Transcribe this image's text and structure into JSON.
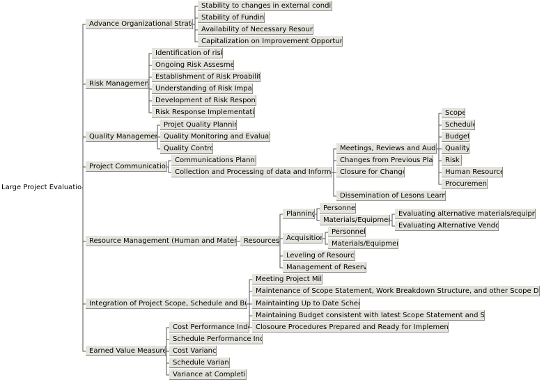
{
  "root": "Large Project Evaluation",
  "branches": {
    "advance": {
      "label": "Advance Organizational Strategy",
      "items": [
        "Stability to changes in external conditions",
        "Stability of Funding",
        "Availability of Necessary Resources",
        "Capitalization on Improvement Opportunities"
      ]
    },
    "risk": {
      "label": "Risk Management",
      "items": [
        "Identification of risks",
        "Ongoing Risk Assesment",
        "Establishment of Risk Proabilities",
        "Understanding of Risk Impacts",
        "Development of Risk Responses",
        "Risk Response Implementation"
      ]
    },
    "quality": {
      "label": "Quality Management",
      "items": [
        "Projet Quality Planning",
        "Quality Monitoring and Evaluation",
        "Quality Control"
      ]
    },
    "comms": {
      "label": "Project Communications",
      "items": [
        "Communications Planning",
        "Collection and Processing of data and Information"
      ],
      "collection_items": [
        "Meetings, Reviews and Audits",
        "Changes from Previous Plans",
        "Closure for Changes",
        "Dissemination of Lesons Learned"
      ],
      "meeting_items": [
        "Scope",
        "Schedule",
        "Budget",
        "Quality",
        "Risk",
        "Human Resources",
        "Procurement"
      ]
    },
    "resource": {
      "label": "Resource Management  (Human and Material)",
      "resources": "Resources",
      "planning": "Planning",
      "planning_items": [
        "Personnel",
        "Materials/Equipment"
      ],
      "materials_items": [
        "Evaluating alternative materials/equipment",
        "Evaluating Alternative Vendors"
      ],
      "acquisition": "Acquisition",
      "acquisition_items": [
        "Personnel",
        "Materials/Equipment"
      ],
      "leveling": "Leveling of Resources",
      "reserves": "Management of Reserves"
    },
    "integration": {
      "label": "Integration of Project Scope, Schedule and Budget",
      "items": [
        "Meeting Project Milestones",
        "Maintenance of Scope Statement, Work Breakdown Structure, and other Scope Documents",
        "Maintainting Up to Date Schedule",
        "Maintaining Budget consistent with latest Scope Statement and Schedule",
        "Closoure Procedures Prepared and Ready for Implementation"
      ]
    },
    "ev": {
      "label": "Earned Value Measures",
      "items": [
        "Cost Performance Index",
        "Schedule Performance Index",
        "Cost Variance",
        "Schedule Variance",
        "Variance at Completion"
      ]
    }
  }
}
